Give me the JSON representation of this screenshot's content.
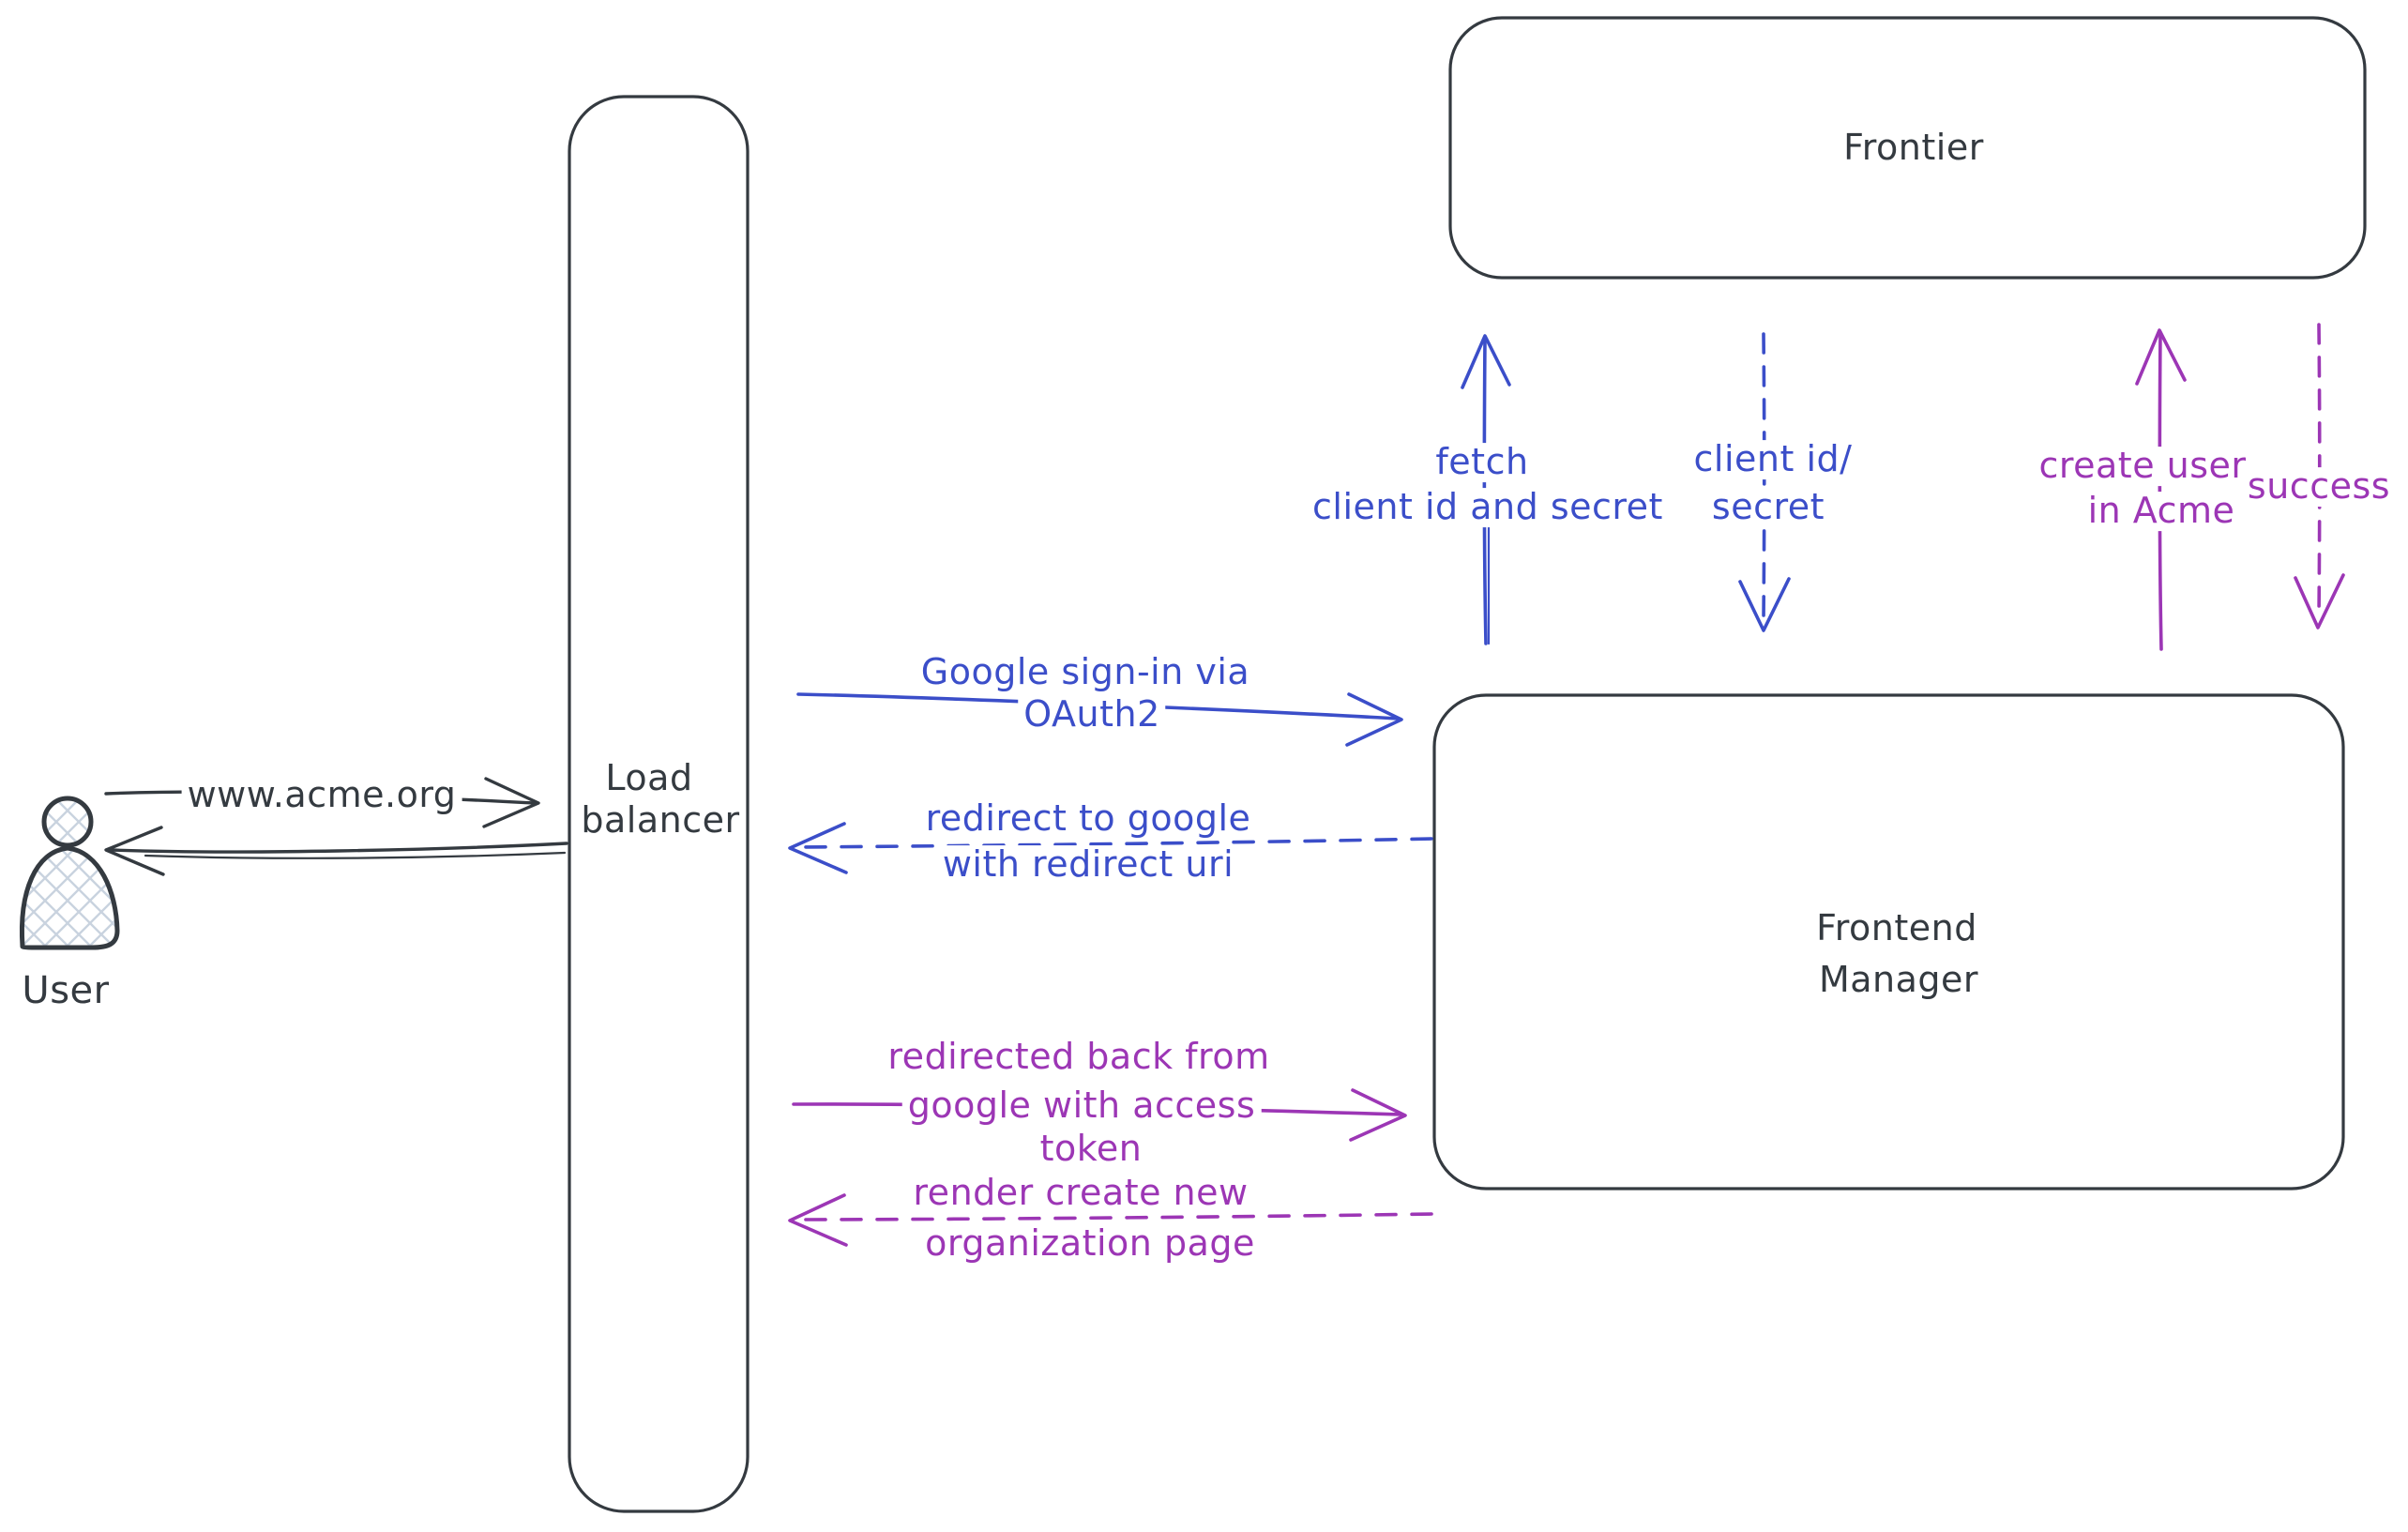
{
  "diagram_title": "Google OAuth sign-up flow",
  "colors": {
    "ink": "#343a40",
    "blue": "#3b4ec9",
    "purple": "#9c36b5",
    "hatch_fill": "#c9d3df"
  },
  "nodes": {
    "user": {
      "label": "User",
      "icon": "person-figure"
    },
    "load_balancer": {
      "lines": [
        "Load",
        "balancer"
      ]
    },
    "frontier": {
      "label": "Frontier"
    },
    "frontend_manager": {
      "lines": [
        "Frontend",
        "Manager"
      ]
    }
  },
  "edges": {
    "acme_request": {
      "label": "www.acme.org",
      "style": "solid",
      "color": "ink",
      "from": "user",
      "to": "load_balancer"
    },
    "acme_response": {
      "style": "solid",
      "color": "ink",
      "from": "load_balancer",
      "to": "user"
    },
    "google_signin": {
      "lines": [
        "Google sign-in via",
        "OAuth2"
      ],
      "style": "solid",
      "color": "blue",
      "from": "load_balancer",
      "to": "frontend_manager"
    },
    "redirect_google": {
      "lines": [
        "redirect to google",
        "with redirect uri"
      ],
      "style": "dashed",
      "color": "blue",
      "from": "frontend_manager",
      "to": "load_balancer"
    },
    "redirected_back": {
      "lines": [
        "redirected back from",
        "google with access",
        "token"
      ],
      "style": "solid",
      "color": "purple",
      "from": "load_balancer",
      "to": "frontend_manager"
    },
    "render_org_page": {
      "lines": [
        "render create new",
        "organization page"
      ],
      "style": "dashed",
      "color": "purple",
      "from": "frontend_manager",
      "to": "load_balancer"
    },
    "fetch_secret": {
      "lines": [
        "fetch",
        "client id and secret"
      ],
      "style": "solid",
      "color": "blue",
      "from": "frontend_manager",
      "to": "frontier"
    },
    "client_id_secret": {
      "lines": [
        "client id/",
        "secret"
      ],
      "style": "dashed",
      "color": "blue",
      "from": "frontier",
      "to": "frontend_manager"
    },
    "create_user": {
      "lines": [
        "create user",
        "in Acme"
      ],
      "style": "solid",
      "color": "purple",
      "from": "frontend_manager",
      "to": "frontier"
    },
    "success": {
      "label": "success",
      "style": "dashed",
      "color": "purple",
      "from": "frontier",
      "to": "frontend_manager"
    }
  }
}
